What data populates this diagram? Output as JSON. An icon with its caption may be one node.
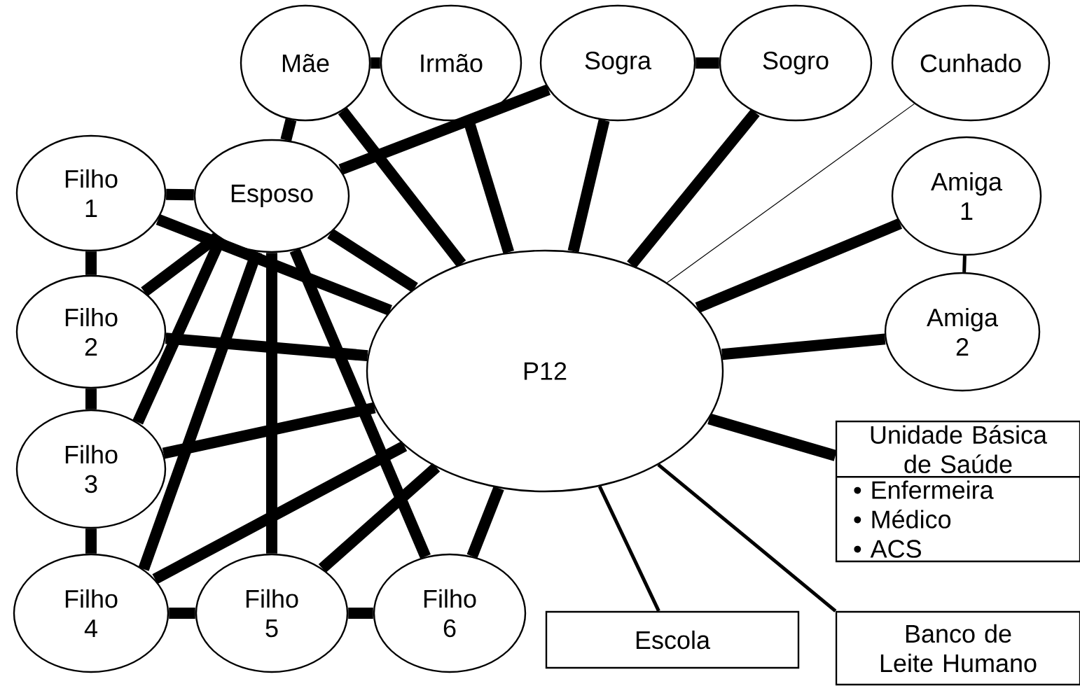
{
  "diagram": {
    "nodes": [
      {
        "text": [
          "Mãe"
        ]
      },
      {
        "text": [
          "Irmão"
        ]
      },
      {
        "text": [
          "Sogra"
        ]
      },
      {
        "text": [
          "Sogro"
        ]
      },
      {
        "text": [
          "Cunhado"
        ]
      },
      {
        "text": [
          "Filho 1"
        ]
      },
      {
        "text": [
          "Esposo"
        ]
      },
      {
        "text": [
          "Amiga 1"
        ]
      },
      {
        "text": [
          "Filho 2"
        ]
      },
      {
        "text": [
          "P12"
        ]
      },
      {
        "text": [
          "Amiga 2"
        ]
      },
      {
        "text": [
          "Unidade Básica de Saúde",
          "• Enfermeira",
          "• Médico",
          "• ACS"
        ]
      },
      {
        "text": [
          "Filho 3"
        ]
      },
      {
        "text": [
          "Filho 4"
        ]
      },
      {
        "text": [
          "Filho 5"
        ]
      },
      {
        "text": [
          "Filho 6"
        ]
      },
      {
        "text": [
          "Escola"
        ]
      },
      {
        "text": [
          "Banco de Leite Humano"
        ]
      }
    ],
    "edges": [
      {
        "from": 0,
        "to": 1,
        "arrow": "none"
      },
      {
        "from": 0,
        "to": 6,
        "arrow": "none"
      },
      {
        "from": 0,
        "to": 9,
        "arrow": "none"
      },
      {
        "from": 1,
        "to": 9,
        "arrow": "none"
      },
      {
        "from": 2,
        "to": 3,
        "arrow": "none"
      },
      {
        "from": 2,
        "to": 6,
        "arrow": "none"
      },
      {
        "from": 2,
        "to": 9,
        "arrow": "none"
      },
      {
        "from": 3,
        "to": 9,
        "arrow": "none"
      },
      {
        "from": 4,
        "to": 9,
        "arrow": "none"
      },
      {
        "from": 7,
        "to": 10,
        "arrow": "none"
      },
      {
        "from": 7,
        "to": 9,
        "arrow": "none"
      },
      {
        "from": 10,
        "to": 9,
        "arrow": "none"
      },
      {
        "from": 11,
        "to": 9,
        "arrow": "none"
      },
      {
        "from": 16,
        "to": 9,
        "arrow": "none"
      },
      {
        "from": 17,
        "to": 9,
        "arrow": "none"
      },
      {
        "from": 5,
        "to": 6,
        "arrow": "none"
      },
      {
        "from": 5,
        "to": 8,
        "arrow": "none"
      },
      {
        "from": 8,
        "to": 12,
        "arrow": "none"
      },
      {
        "from": 12,
        "to": 13,
        "arrow": "none"
      },
      {
        "from": 13,
        "to": 14,
        "arrow": "none"
      },
      {
        "from": 14,
        "to": 15,
        "arrow": "none"
      },
      {
        "from": 5,
        "to": 9,
        "arrow": "none"
      },
      {
        "from": 6,
        "to": 8,
        "arrow": "none"
      },
      {
        "from": 6,
        "to": 12,
        "arrow": "none"
      },
      {
        "from": 6,
        "to": 13,
        "arrow": "none"
      },
      {
        "from": 6,
        "to": 9,
        "arrow": "none"
      },
      {
        "from": 6,
        "to": 14,
        "arrow": "none"
      },
      {
        "from": 6,
        "to": 15,
        "arrow": "none"
      },
      {
        "from": 8,
        "to": 9,
        "arrow": "none"
      },
      {
        "from": 12,
        "to": 9,
        "arrow": "none"
      },
      {
        "from": 13,
        "to": 9,
        "arrow": "none"
      },
      {
        "from": 14,
        "to": 9,
        "arrow": "none"
      },
      {
        "from": 15,
        "to": 9,
        "arrow": "none"
      }
    ]
  }
}
